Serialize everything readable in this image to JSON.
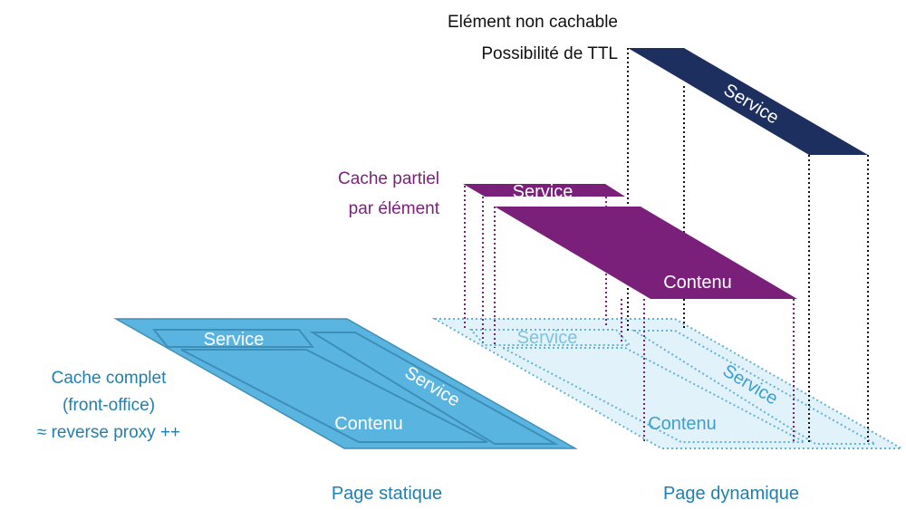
{
  "colors": {
    "static_fill": "#5ab4e0",
    "static_stroke": "#3e8fb8",
    "static_text": "#1f7fb0",
    "dynamic_fill": "#e2f2fa",
    "dynamic_stroke": "#5fb3d6",
    "dynamic_text": "#3d9fd0",
    "partial_fill": "#7a1f7a",
    "partial_text": "#7a1f7a",
    "noncache_fill": "#1c2f5e",
    "label_dark": "#111111",
    "white": "#ffffff"
  },
  "static_page": {
    "label": "Page statique",
    "service_top": "Service",
    "service_side": "Service",
    "content": "Contenu"
  },
  "dynamic_page": {
    "label": "Page dynamique",
    "service_top": "Service",
    "service_side": "Service",
    "content": "Contenu"
  },
  "partial_cache": {
    "label_line1": "Cache partiel",
    "label_line2": "par élément",
    "service": "Service",
    "content": "Contenu"
  },
  "non_cacheable": {
    "label_line1": "Elément non cachable",
    "label_line2": "Possibilité de TTL",
    "service": "Service"
  },
  "full_cache": {
    "line1": "Cache complet",
    "line2": "(front-office)",
    "line3": "≈ reverse proxy ++"
  }
}
